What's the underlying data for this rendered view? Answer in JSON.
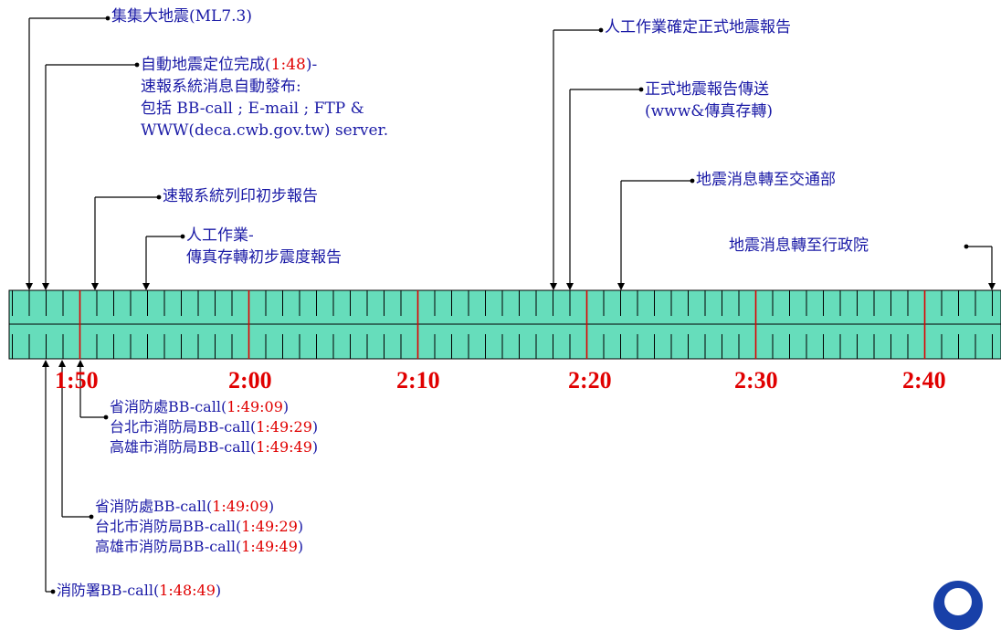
{
  "timeline": {
    "ticks": [
      "1:50",
      "2:00",
      "2:10",
      "2:20",
      "2:30",
      "2:40"
    ],
    "colors": {
      "bar": "#66ddbb",
      "minor_tick": "#000000",
      "major_tick": "#e00000",
      "text": "#1a1aa6",
      "highlight": "#e00000"
    }
  },
  "events_above": [
    {
      "lines": [
        [
          "集集大地震(ML7.3)"
        ]
      ]
    },
    {
      "lines": [
        [
          "自動地震定位完成(",
          "1:48",
          ")-"
        ],
        [
          "速報系統消息自動發布:"
        ],
        [
          "包括 BB-call ; E-mail ; FTP &"
        ],
        [
          "WWW(deca.cwb.gov.tw) server."
        ]
      ]
    },
    {
      "lines": [
        [
          "速報系統列印初步報告"
        ]
      ]
    },
    {
      "lines": [
        [
          "人工作業-"
        ],
        [
          "傳真存轉初步震度報告"
        ]
      ]
    },
    {
      "lines": [
        [
          "人工作業確定正式地震報告"
        ]
      ]
    },
    {
      "lines": [
        [
          "正式地震報告傳送"
        ],
        [
          "(www&傳真存轉)"
        ]
      ]
    },
    {
      "lines": [
        [
          "地震消息轉至交通部"
        ]
      ]
    },
    {
      "lines": [
        [
          "地震消息轉至行政院"
        ]
      ]
    }
  ],
  "events_below": [
    {
      "lines": [
        [
          "省消防處BB-call(",
          "1:49:09",
          ")"
        ],
        [
          "台北市消防局BB-call(",
          "1:49:29",
          ")"
        ],
        [
          "高雄市消防局BB-call(",
          "1:49:49",
          ")"
        ]
      ]
    },
    {
      "lines": [
        [
          "省消防處BB-call(",
          "1:49:09",
          ")"
        ],
        [
          "台北市消防局BB-call(",
          "1:49:29",
          ")"
        ],
        [
          "高雄市消防局BB-call(",
          "1:49:49",
          ")"
        ]
      ]
    },
    {
      "lines": [
        [
          "消防署BB-call(",
          "1:48:49",
          ")"
        ]
      ]
    }
  ]
}
